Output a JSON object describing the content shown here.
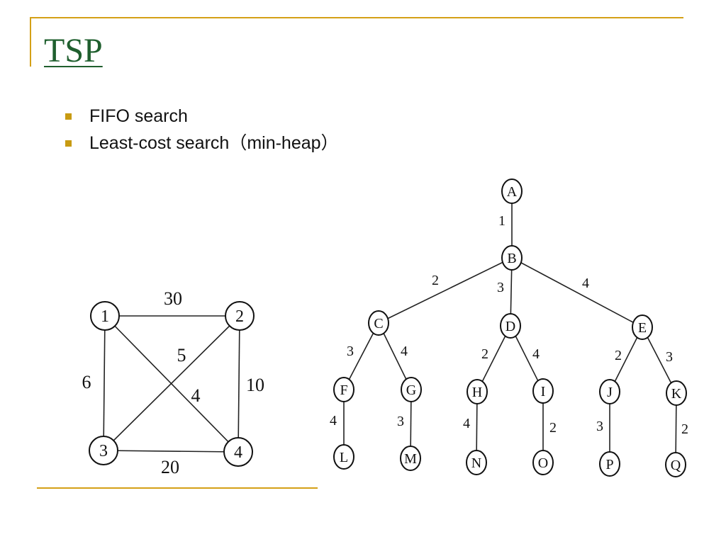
{
  "slide": {
    "title": "TSP",
    "bullets": [
      "FIFO search",
      "Least-cost search（min-heap）"
    ]
  },
  "graph": {
    "nodes": [
      {
        "id": "1",
        "label": "1"
      },
      {
        "id": "2",
        "label": "2"
      },
      {
        "id": "3",
        "label": "3"
      },
      {
        "id": "4",
        "label": "4"
      }
    ],
    "edges": [
      {
        "from": "1",
        "to": "2",
        "weight": "30"
      },
      {
        "from": "1",
        "to": "3",
        "weight": "6"
      },
      {
        "from": "2",
        "to": "4",
        "weight": "10"
      },
      {
        "from": "3",
        "to": "4",
        "weight": "20"
      },
      {
        "from": "2",
        "to": "3",
        "weight": "5"
      },
      {
        "from": "1",
        "to": "4",
        "weight": "4"
      }
    ]
  },
  "tree": {
    "nodes": [
      {
        "id": "A",
        "label": "A"
      },
      {
        "id": "B",
        "label": "B"
      },
      {
        "id": "C",
        "label": "C"
      },
      {
        "id": "D",
        "label": "D"
      },
      {
        "id": "E",
        "label": "E"
      },
      {
        "id": "F",
        "label": "F"
      },
      {
        "id": "G",
        "label": "G"
      },
      {
        "id": "H",
        "label": "H"
      },
      {
        "id": "I",
        "label": "I"
      },
      {
        "id": "J",
        "label": "J"
      },
      {
        "id": "K",
        "label": "K"
      },
      {
        "id": "L",
        "label": "L"
      },
      {
        "id": "M",
        "label": "M"
      },
      {
        "id": "N",
        "label": "N"
      },
      {
        "id": "O",
        "label": "O"
      },
      {
        "id": "P",
        "label": "P"
      },
      {
        "id": "Q",
        "label": "Q"
      }
    ],
    "edges": [
      {
        "from": "A",
        "to": "B",
        "weight": "1"
      },
      {
        "from": "B",
        "to": "C",
        "weight": "2"
      },
      {
        "from": "B",
        "to": "D",
        "weight": "3"
      },
      {
        "from": "B",
        "to": "E",
        "weight": "4"
      },
      {
        "from": "C",
        "to": "F",
        "weight": "3"
      },
      {
        "from": "C",
        "to": "G",
        "weight": "4"
      },
      {
        "from": "D",
        "to": "H",
        "weight": "2"
      },
      {
        "from": "D",
        "to": "I",
        "weight": "4"
      },
      {
        "from": "E",
        "to": "J",
        "weight": "2"
      },
      {
        "from": "E",
        "to": "K",
        "weight": "3"
      },
      {
        "from": "F",
        "to": "L",
        "weight": "4"
      },
      {
        "from": "G",
        "to": "M",
        "weight": "3"
      },
      {
        "from": "H",
        "to": "N",
        "weight": "4"
      },
      {
        "from": "I",
        "to": "O",
        "weight": "2"
      },
      {
        "from": "J",
        "to": "P",
        "weight": "3"
      },
      {
        "from": "K",
        "to": "Q",
        "weight": "2"
      }
    ]
  },
  "colors": {
    "accent_rule": "#d4a017",
    "title": "#1f5f2e",
    "bullet": "#c89b12"
  }
}
